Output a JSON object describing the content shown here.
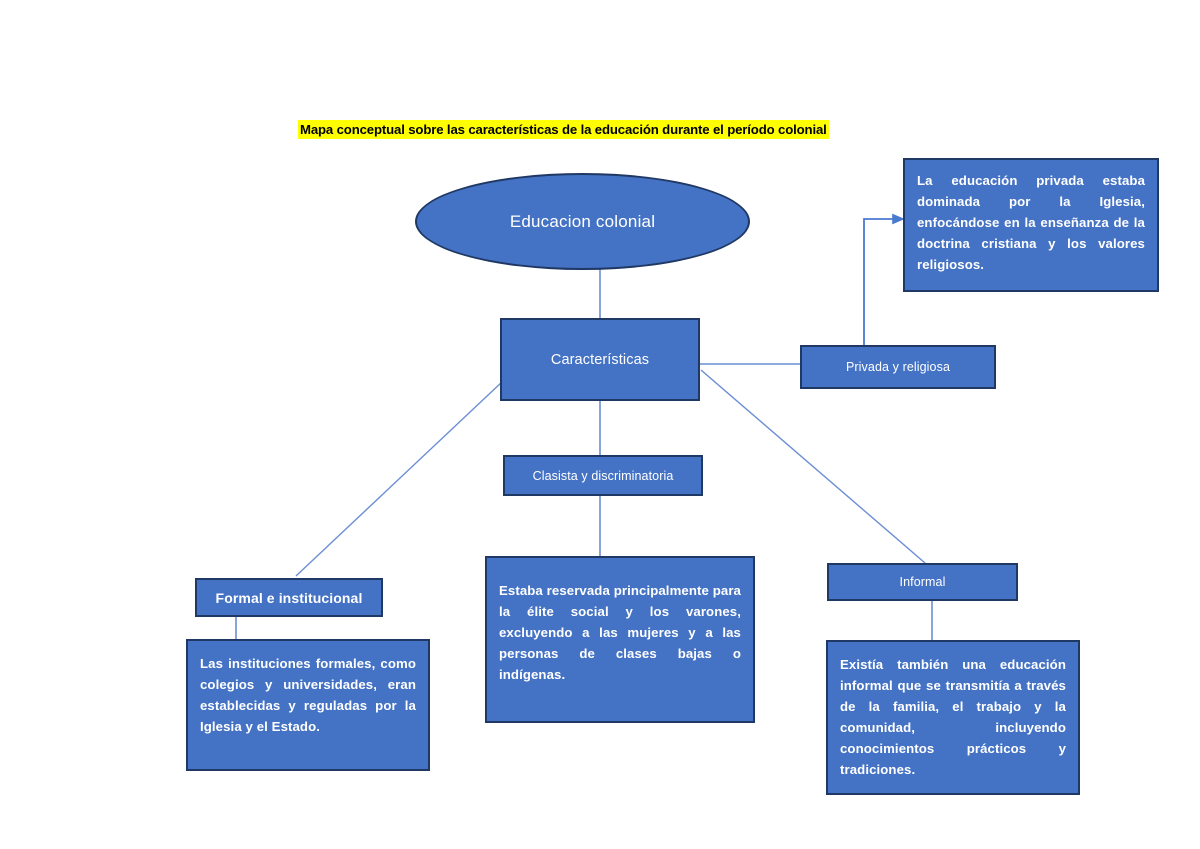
{
  "page": {
    "title_banner": "Mapa conceptual sobre las características de la educación durante el período colonial",
    "background": "#ffffff",
    "node_fill": "#4472c4",
    "node_border": "#1f3864",
    "connector_color": "#6c8ed4",
    "highlight_color": "#ffff00",
    "text_color": "#ffffff"
  },
  "nodes": {
    "root": {
      "label": "Educacion colonial",
      "shape": "ellipse"
    },
    "characteristics": {
      "label": "Características",
      "shape": "rectangle"
    },
    "private_religious": {
      "label": "Privada y religiosa",
      "shape": "rectangle"
    },
    "private_religious_detail": {
      "label": "La educación privada estaba dominada por la Iglesia, enfocándose en la enseñanza de la doctrina cristiana y los valores religiosos.",
      "shape": "rectangle"
    },
    "classist": {
      "label": "Clasista y discriminatoria",
      "shape": "rectangle"
    },
    "classist_detail": {
      "label": "Estaba reservada principalmente para la élite social y los varones, excluyendo a las mujeres y a las personas de clases bajas o indígenas.",
      "shape": "rectangle"
    },
    "formal": {
      "label": "Formal e institucional",
      "shape": "rectangle"
    },
    "formal_detail": {
      "label": "Las instituciones formales, como colegios y universidades, eran establecidas y reguladas por la Iglesia y el Estado.",
      "shape": "rectangle"
    },
    "informal": {
      "label": "Informal",
      "shape": "rectangle"
    },
    "informal_detail": {
      "label": "Existía también una educación informal que se transmitía a través de la familia, el trabajo y la comunidad, incluyendo conocimientos prácticos y tradiciones.",
      "shape": "rectangle"
    }
  },
  "connectors": [
    {
      "from": "root",
      "to": "characteristics",
      "style": "line"
    },
    {
      "from": "characteristics",
      "to": "private_religious",
      "style": "line"
    },
    {
      "from": "private_religious",
      "to": "private_religious_detail",
      "style": "arrow"
    },
    {
      "from": "characteristics",
      "to": "classist",
      "style": "line"
    },
    {
      "from": "classist",
      "to": "classist_detail",
      "style": "line"
    },
    {
      "from": "characteristics",
      "to": "formal",
      "style": "line"
    },
    {
      "from": "formal",
      "to": "formal_detail",
      "style": "line"
    },
    {
      "from": "characteristics",
      "to": "informal",
      "style": "line"
    },
    {
      "from": "informal",
      "to": "informal_detail",
      "style": "line"
    }
  ]
}
